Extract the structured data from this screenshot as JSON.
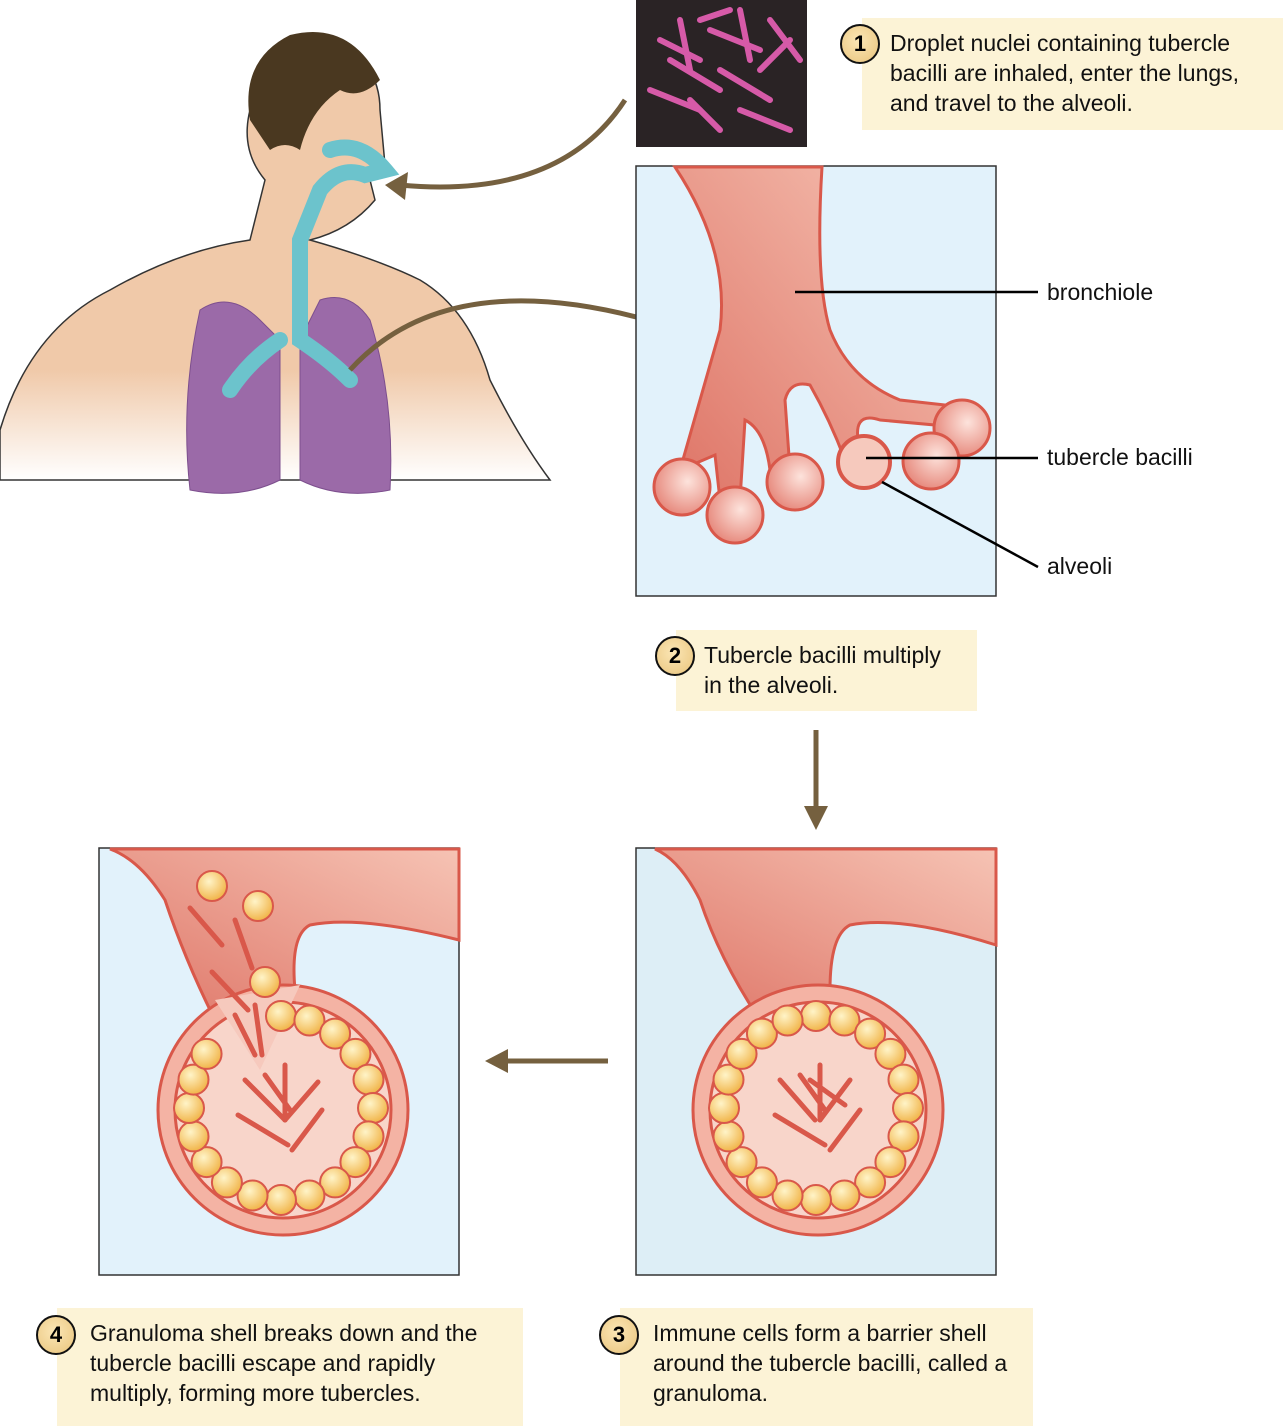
{
  "steps": [
    {
      "number": "1",
      "text": "Droplet nuclei containing tubercle bacilli are inhaled, enter the lungs, and travel to the alveoli."
    },
    {
      "number": "2",
      "text": "Tubercle bacilli multiply in the alveoli."
    },
    {
      "number": "3",
      "text": "Immune cells form a barrier shell around the tubercle bacilli, called a granuloma."
    },
    {
      "number": "4",
      "text": "Granuloma shell breaks down and the tubercle bacilli escape and rapidly multiply, forming more tubercles."
    }
  ],
  "labels": {
    "bronchiole": "bronchiole",
    "tubercle_bacilli": "tubercle bacilli",
    "alveoli": "alveoli"
  },
  "colors": {
    "callout": "#fcf3d6",
    "panel": "#e2f2fb",
    "tissue": "#e68a7c",
    "arrow": "#75603f",
    "airway": "#6cc3cc",
    "lung": "#9b6aa8"
  }
}
